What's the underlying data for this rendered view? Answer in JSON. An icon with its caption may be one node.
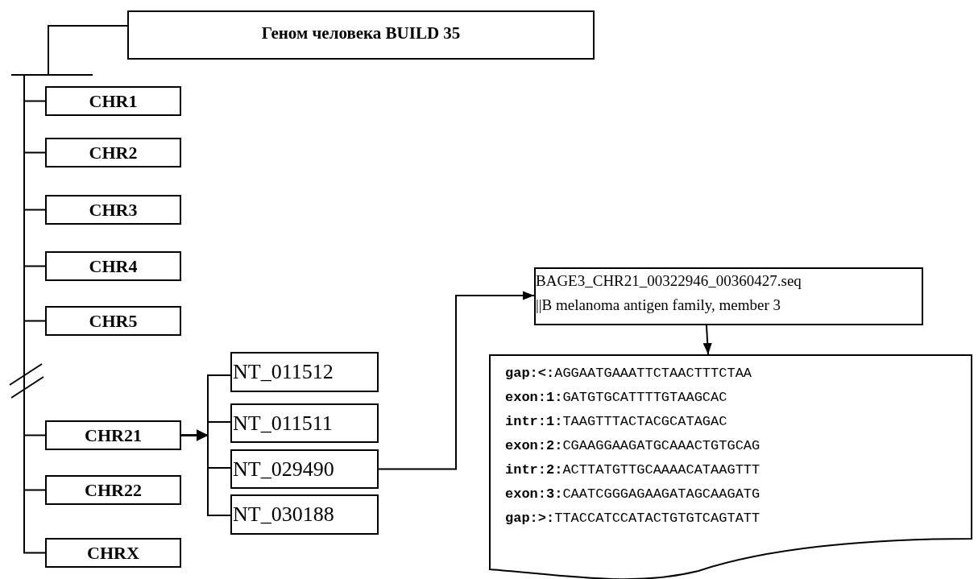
{
  "diagram": {
    "nodes": [
      {
        "text": [
          "Геном человека BUILD 35"
        ]
      },
      {
        "text": [
          "CHR1"
        ]
      },
      {
        "text": [
          "CHR2"
        ]
      },
      {
        "text": [
          "CHR3"
        ]
      },
      {
        "text": [
          "CHR4"
        ]
      },
      {
        "text": [
          "CHR5"
        ]
      },
      {
        "text": [
          "CHR21"
        ]
      },
      {
        "text": [
          "CHR22"
        ]
      },
      {
        "text": [
          "CHRX"
        ]
      },
      {
        "text": [
          "NT_011512"
        ]
      },
      {
        "text": [
          "NT_011511"
        ]
      },
      {
        "text": [
          "NT_029490"
        ]
      },
      {
        "text": [
          "NT_030188"
        ]
      },
      {
        "text": [
          "BAGE3_CHR21_00322946_00360427.seq",
          "||B melanoma antigen family, member 3"
        ]
      },
      {
        "text": [
          "**gap:<:**AGGAATGAAATTCTAACTTTCTAA",
          "**exon:1:**GATGTGCATTTTGTAAGCAC",
          "**intr:1:**TAAGTTTACTACGCATAGAC",
          "**exon:2:**CGAAGGAAGATGCAAACTGTGCAG",
          "**intr:2:**ACTTATGTTGCAAAACATAAGTTT",
          "**exon:3:**CAATCGGGAGAAGATAGCAAGATG",
          "**gap:>:**TTACCATCCATACTGTGTCAGTATT"
        ]
      }
    ],
    "edges": [
      {
        "from": 0,
        "to": 1,
        "arrow": "none"
      },
      {
        "from": 0,
        "to": 2,
        "arrow": "none"
      },
      {
        "from": 0,
        "to": 3,
        "arrow": "none"
      },
      {
        "from": 0,
        "to": 4,
        "arrow": "none"
      },
      {
        "from": 0,
        "to": 5,
        "arrow": "none"
      },
      {
        "from": 0,
        "to": 6,
        "arrow": "none"
      },
      {
        "from": 0,
        "to": 7,
        "arrow": "none"
      },
      {
        "from": 0,
        "to": 8,
        "arrow": "none"
      },
      {
        "from": 6,
        "to": 9,
        "arrow": "to"
      },
      {
        "from": 6,
        "to": 10,
        "arrow": "to"
      },
      {
        "from": 6,
        "to": 11,
        "arrow": "to"
      },
      {
        "from": 6,
        "to": 12,
        "arrow": "to"
      },
      {
        "from": 11,
        "to": 13,
        "arrow": "to"
      },
      {
        "from": 13,
        "to": 14,
        "arrow": "to"
      }
    ]
  }
}
